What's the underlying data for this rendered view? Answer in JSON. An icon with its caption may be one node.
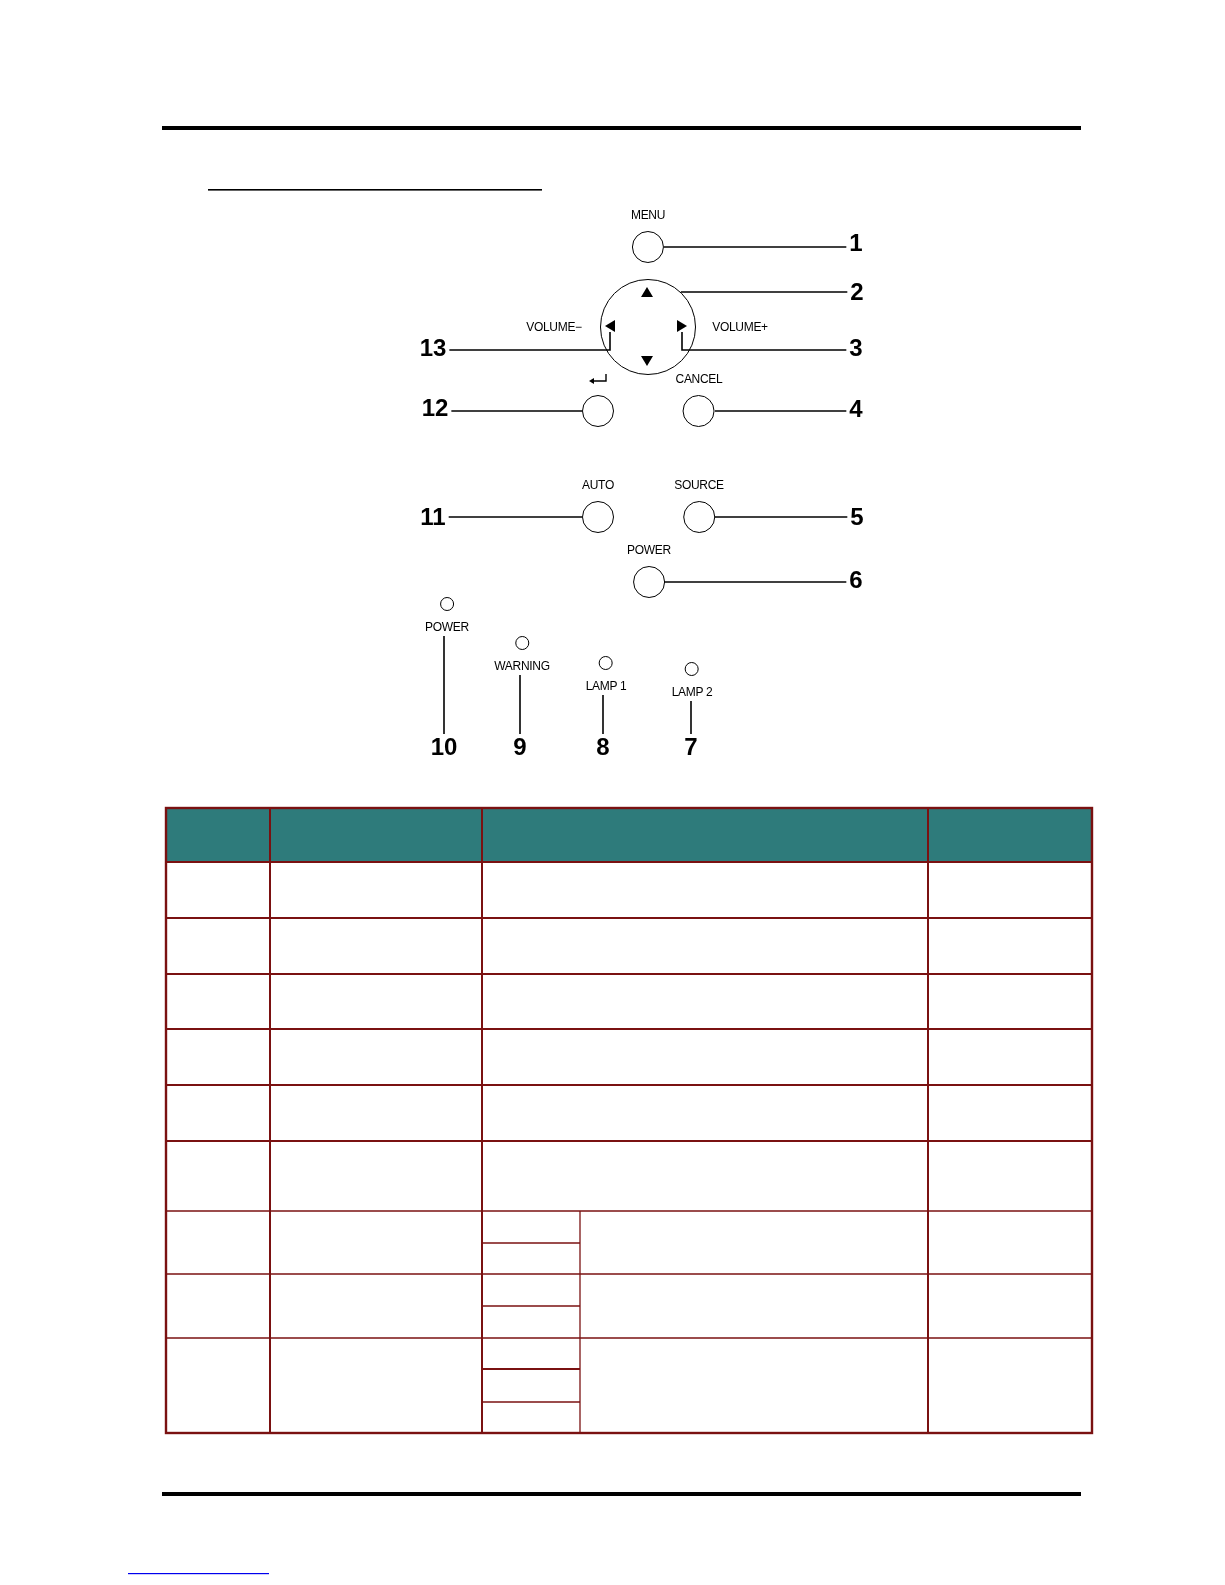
{
  "diagram": {
    "nodes": [
      {
        "text": [
          "MENU"
        ]
      },
      {
        "text": [
          "1"
        ]
      },
      {
        "text": [],
        "shape": "circle"
      },
      {
        "text": [],
        "shape": "triangle",
        "in": 2
      },
      {
        "text": [],
        "shape": "triangle",
        "in": 2
      },
      {
        "text": [],
        "shape": "triangle",
        "in": 2
      },
      {
        "text": [],
        "shape": "triangle",
        "in": 2
      },
      {
        "text": [
          "2"
        ]
      },
      {
        "text": [
          "13"
        ]
      },
      {
        "text": [
          "3"
        ]
      },
      {
        "text": [],
        "shape": "circle"
      },
      {
        "text": [
          "CANCEL"
        ]
      },
      {
        "text": [
          "12"
        ]
      },
      {
        "text": [
          "4"
        ]
      },
      {
        "text": [
          "AUTO"
        ]
      },
      {
        "text": [
          "SOURCE"
        ]
      },
      {
        "text": [
          "11"
        ]
      },
      {
        "text": [
          "5"
        ]
      },
      {
        "text": [
          "POWER"
        ]
      },
      {
        "text": [
          "6"
        ]
      },
      {
        "text": [
          "POWER"
        ]
      },
      {
        "text": [
          "WARNING"
        ]
      },
      {
        "text": [
          "LAMP 1"
        ]
      },
      {
        "text": [
          "LAMP 2"
        ]
      },
      {
        "text": [
          "10"
        ]
      },
      {
        "text": [
          "9"
        ]
      },
      {
        "text": [
          "8"
        ]
      },
      {
        "text": [
          "7"
        ]
      }
    ],
    "edges": [
      {
        "from": 1,
        "to": 0,
        "arrow": "none"
      },
      {
        "from": 7,
        "to": 2,
        "arrow": "none"
      },
      {
        "from": 8,
        "to": 4,
        "arrow": "none"
      },
      {
        "from": 9,
        "to": 5,
        "arrow": "none"
      },
      {
        "from": 12,
        "to": 10,
        "arrow": "none"
      },
      {
        "from": 13,
        "to": 11,
        "arrow": "none"
      },
      {
        "from": 16,
        "to": 14,
        "arrow": "none"
      },
      {
        "from": 17,
        "to": 15,
        "arrow": "none"
      },
      {
        "from": 19,
        "to": 18,
        "arrow": "none"
      },
      {
        "from": 24,
        "to": 20,
        "arrow": "none"
      },
      {
        "from": 25,
        "to": 21,
        "arrow": "none"
      },
      {
        "from": 26,
        "to": 22,
        "arrow": "none"
      },
      {
        "from": 27,
        "to": 23,
        "arrow": "none"
      }
    ],
    "labels": [
      "VOLUME−",
      "VOLUME+"
    ]
  }
}
